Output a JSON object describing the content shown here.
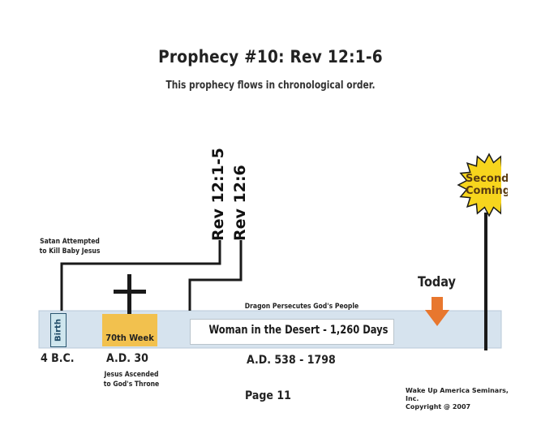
{
  "title": "Prophecy #10:  Rev 12:1-6",
  "subtitle": "This prophecy flows in chronological order.",
  "references": {
    "ref_a": "Rev 12:1-5",
    "ref_b": "Rev 12:6"
  },
  "satan_note": "Satan Attempted to Kill Baby Jesus",
  "dragon_note": "Dragon Persecutes God's People",
  "today_label": "Today",
  "second_coming": "Second Coming",
  "timeline_boxes": {
    "birth": "Birth",
    "seventieth_week": "70th Week",
    "desert": "Woman in the Desert - 1,260 Days"
  },
  "dates": {
    "bc": "4 B.C.",
    "ad30": "A.D. 30",
    "period": "A.D. 538 - 1798"
  },
  "ascension_note": "Jesus Ascended to God's Throne",
  "page_label": "Page 11",
  "copyright": {
    "line1": "Wake Up America Seminars, Inc.",
    "line2": "Copyright @ 2007"
  },
  "colors": {
    "timeline_band": "#d6e3ee",
    "timeline_edge": "#b8c8d8",
    "seventieth_week_fill": "#f2c14e",
    "today_arrow": "#e8772e",
    "starburst": "#f7d51d",
    "line": "#1a1a1a"
  }
}
